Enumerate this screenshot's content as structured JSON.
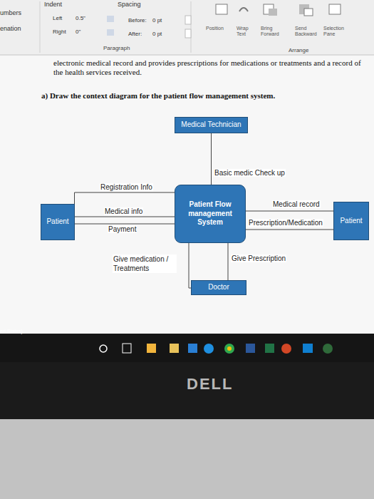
{
  "diagram": {
    "nodes": [
      {
        "text": [
          "Medical Technician"
        ]
      },
      {
        "text": [
          "Patient"
        ]
      },
      {
        "text": [
          "Patient Flow management System"
        ]
      },
      {
        "text": [
          "Patient"
        ]
      },
      {
        "text": [
          "Doctor"
        ]
      }
    ],
    "edges": [
      {
        "from": 0,
        "to": 2,
        "label": "Basic medic Check up",
        "arrow": "none"
      },
      {
        "from": 1,
        "to": 2,
        "label": "Registration Info",
        "arrow": "none"
      },
      {
        "from": 1,
        "to": 2,
        "label": "Medical info",
        "arrow": "none"
      },
      {
        "from": 1,
        "to": 2,
        "label": "Payment",
        "arrow": "none"
      },
      {
        "from": 2,
        "to": 3,
        "label": "Medical record",
        "arrow": "none"
      },
      {
        "from": 2,
        "to": 3,
        "label": "Prescription/Medication",
        "arrow": "none"
      },
      {
        "from": 4,
        "to": 2,
        "label": "Give medication / Treatments",
        "arrow": "none"
      },
      {
        "from": 4,
        "to": 2,
        "label": "Give Prescription",
        "arrow": "none"
      }
    ],
    "labels": [
      "umbers",
      "enation",
      "Indent",
      "Spacing",
      "Left",
      "0.5\"",
      "Right",
      "0\"",
      "Before:",
      "0 pt",
      "After:",
      "0 pt",
      "Paragraph",
      "Position",
      "Wrap Text",
      "Bring Forward",
      "Send Backward",
      "Selection Pane",
      "Arrange",
      "electronic medical record and provides prescriptions for medications or treatments and a record of the health services received.",
      "a) Draw the context diagram for the patient flow management system.",
      "ed States)",
      "DELL"
    ]
  }
}
